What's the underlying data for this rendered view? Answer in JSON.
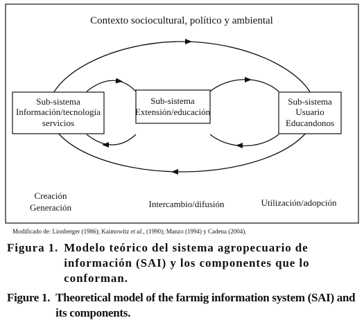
{
  "diagram": {
    "context_label": "Contexto sociocultural, político y ambiental",
    "nodes": [
      {
        "id": "info",
        "lines": [
          "Sub-sistema",
          "Información/tecnología",
          "servicios"
        ]
      },
      {
        "id": "ext",
        "lines": [
          "Sub-sistema",
          "Extensión/educación"
        ]
      },
      {
        "id": "user",
        "lines": [
          "Sub-sistema",
          "Usuario",
          "Educandonos"
        ]
      }
    ],
    "stage_labels": {
      "creation_line1": "Creación",
      "creation_line2": "Generación",
      "exchange": "Intercambio/difusión",
      "utilization": "Utilización/adopción"
    },
    "source_note": {
      "prefix": "Modificado de: Lionberger (1986); Kaimowitz ",
      "etal": "et al.",
      "suffix": ", (1990); Manzo (1994) y Cadena (2004)."
    },
    "colors": {
      "stroke": "#111111",
      "node_fill": "#ffffff"
    }
  },
  "captions": {
    "es_label": "Figura 1.",
    "es_text": "Modelo teórico del sistema agropecuario de información (SAI) y los componentes que lo conforman.",
    "en_label": "Figure 1.",
    "en_text": "Theoretical model of the farmig information system (SAI) and its components."
  }
}
